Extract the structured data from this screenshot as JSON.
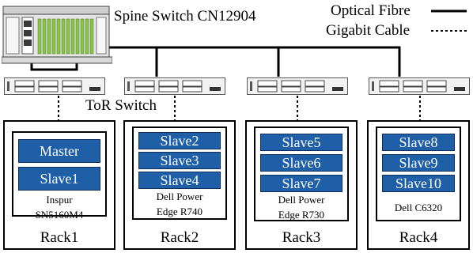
{
  "spine": {
    "label": "Spine Switch CN12904"
  },
  "tor": {
    "label": "ToR Switch"
  },
  "legend": {
    "optical": "Optical Fibre",
    "gigabit": "Gigabit Cable"
  },
  "racks": [
    {
      "name": "Rack1",
      "nodes": [
        "Master",
        "Slave1"
      ],
      "model_lines": [
        "Inspur",
        "SN5160M4"
      ]
    },
    {
      "name": "Rack2",
      "nodes": [
        "Slave2",
        "Slave3",
        "Slave4"
      ],
      "model_lines": [
        "Dell Power",
        "Edge R740"
      ]
    },
    {
      "name": "Rack3",
      "nodes": [
        "Slave5",
        "Slave6",
        "Slave7"
      ],
      "model_lines": [
        "Dell Power",
        "Edge R730"
      ]
    },
    {
      "name": "Rack4",
      "nodes": [
        "Slave8",
        "Slave9",
        "Slave10"
      ],
      "model_lines": [
        "Dell C6320"
      ]
    }
  ],
  "colors": {
    "node_fill": "#1f5fa8",
    "line": "#000000"
  }
}
